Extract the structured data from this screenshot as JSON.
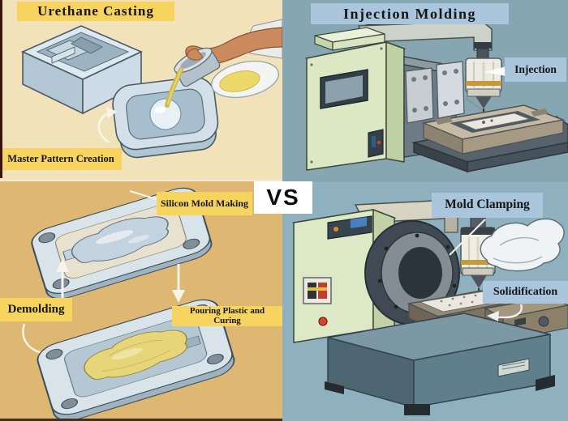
{
  "vs": {
    "label": "VS"
  },
  "urethane": {
    "title": "Urethane Casting",
    "steps": {
      "master_pattern": "Master Pattern Creation",
      "silicon_mold": "Silicon Mold Making",
      "demolding": "Demolding",
      "pouring_curing": "Pouring Plastic and Curing"
    }
  },
  "injection": {
    "title": "Injection Molding",
    "steps": {
      "injection": "Injection",
      "mold_clamping": "Mold Clamping",
      "solidification": "Solidification"
    }
  },
  "colors": {
    "tl_bg": "#f2e2ba",
    "bl_bg": "#deb873",
    "tr_bg": "#86a6b2",
    "br_bg": "#8fb1bf",
    "label_yellow": "#f6d45f",
    "label_blue": "#a9c6dd",
    "ink": "#151515",
    "liquid_yellow": "#ccba4c",
    "mold_blue": "#d3e0e9",
    "machine_green": "#dde9c6"
  }
}
